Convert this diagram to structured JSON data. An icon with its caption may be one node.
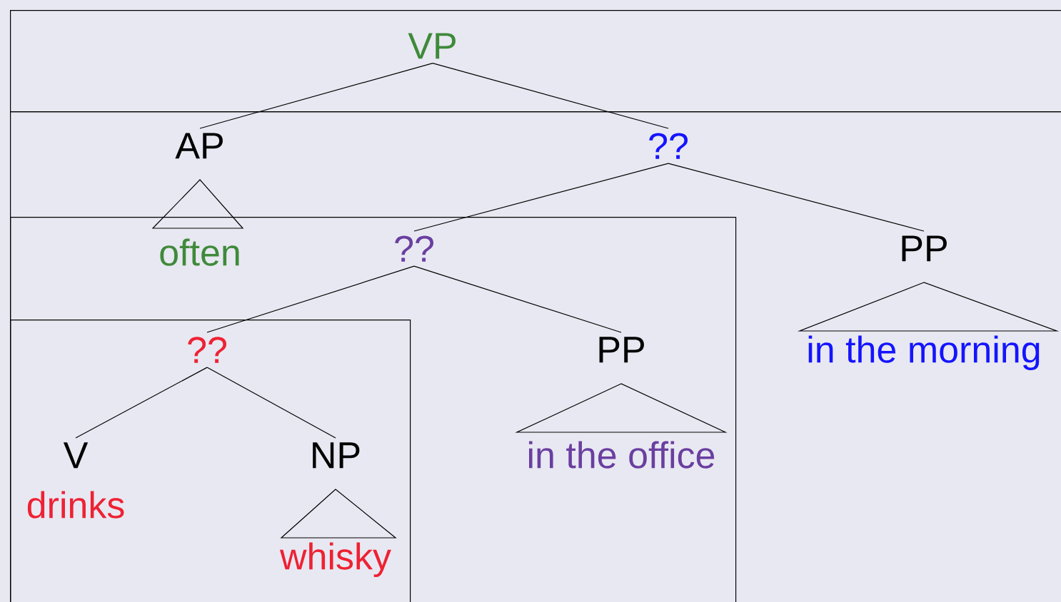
{
  "diagram": {
    "nodes": [
      {
        "text": [],
        "shape": "box"
      },
      {
        "text": [],
        "shape": "box"
      },
      {
        "text": [
          "VP"
        ],
        "in": 0
      },
      {
        "text": [
          "AP",
          "often"
        ],
        "in": 1
      },
      {
        "text": [
          "??"
        ],
        "in": 1
      },
      {
        "text": [],
        "shape": "box",
        "in": 1
      },
      {
        "text": [
          "??"
        ],
        "in": 5
      },
      {
        "text": [
          "PP",
          "in the morning"
        ],
        "in": 1
      },
      {
        "text": [],
        "shape": "box",
        "in": 5
      },
      {
        "text": [
          "??"
        ],
        "in": 8
      },
      {
        "text": [
          "PP",
          "in the office"
        ],
        "in": 5
      },
      {
        "text": [
          "V",
          "drinks"
        ],
        "in": 8
      },
      {
        "text": [
          "NP",
          "whisky"
        ],
        "in": 8
      }
    ],
    "edges": [
      {
        "from": 2,
        "to": 3,
        "arrow": "none"
      },
      {
        "from": 2,
        "to": 4,
        "arrow": "none"
      },
      {
        "from": 4,
        "to": 6,
        "arrow": "none"
      },
      {
        "from": 4,
        "to": 7,
        "arrow": "none"
      },
      {
        "from": 6,
        "to": 9,
        "arrow": "none"
      },
      {
        "from": 6,
        "to": 10,
        "arrow": "none"
      },
      {
        "from": 9,
        "to": 11,
        "arrow": "none"
      },
      {
        "from": 9,
        "to": 12,
        "arrow": "none"
      }
    ]
  }
}
